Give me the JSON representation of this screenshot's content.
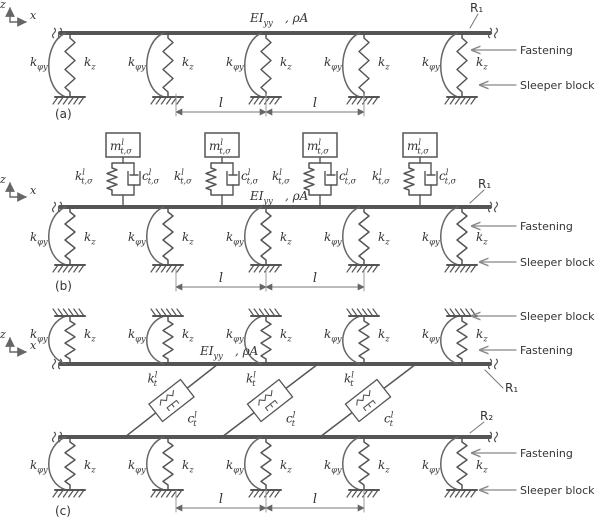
{
  "panels": [
    {
      "tag": "(a)",
      "axes": {
        "v": "z",
        "h": "x"
      },
      "beam": "EI_yy, ρA",
      "rail_label": "R₁",
      "k_rot": "kφy",
      "k_z": "kz",
      "span": "l",
      "annotations": [
        "Fastening",
        "Sleeper block"
      ]
    },
    {
      "tag": "(b)",
      "axes": {
        "v": "z",
        "h": "x"
      },
      "beam": "EI_yy, ρA",
      "rail_label": "R₁",
      "k_rot": "kφy",
      "k_z": "kz",
      "span": "l",
      "mass": "m_t,σ^l",
      "k_t": "k_t,σ^l",
      "c_t": "c_t,σ^l",
      "annotations": [
        "Fastening",
        "Sleeper block"
      ]
    },
    {
      "tag": "(c)",
      "axes": {
        "v": "z",
        "h": "x"
      },
      "beam": "EI_yy, ρA",
      "rail_label_top": "R₁",
      "rail_label_bottom": "R₂",
      "k_rot": "kφy",
      "k_z": "kz",
      "span": "l",
      "k_t": "k_t^l",
      "c_t": "c_t^l",
      "annotations_top": [
        "Sleeper block",
        "Fastening"
      ],
      "annotations_bottom": [
        "Fastening",
        "Sleeper block"
      ]
    }
  ]
}
